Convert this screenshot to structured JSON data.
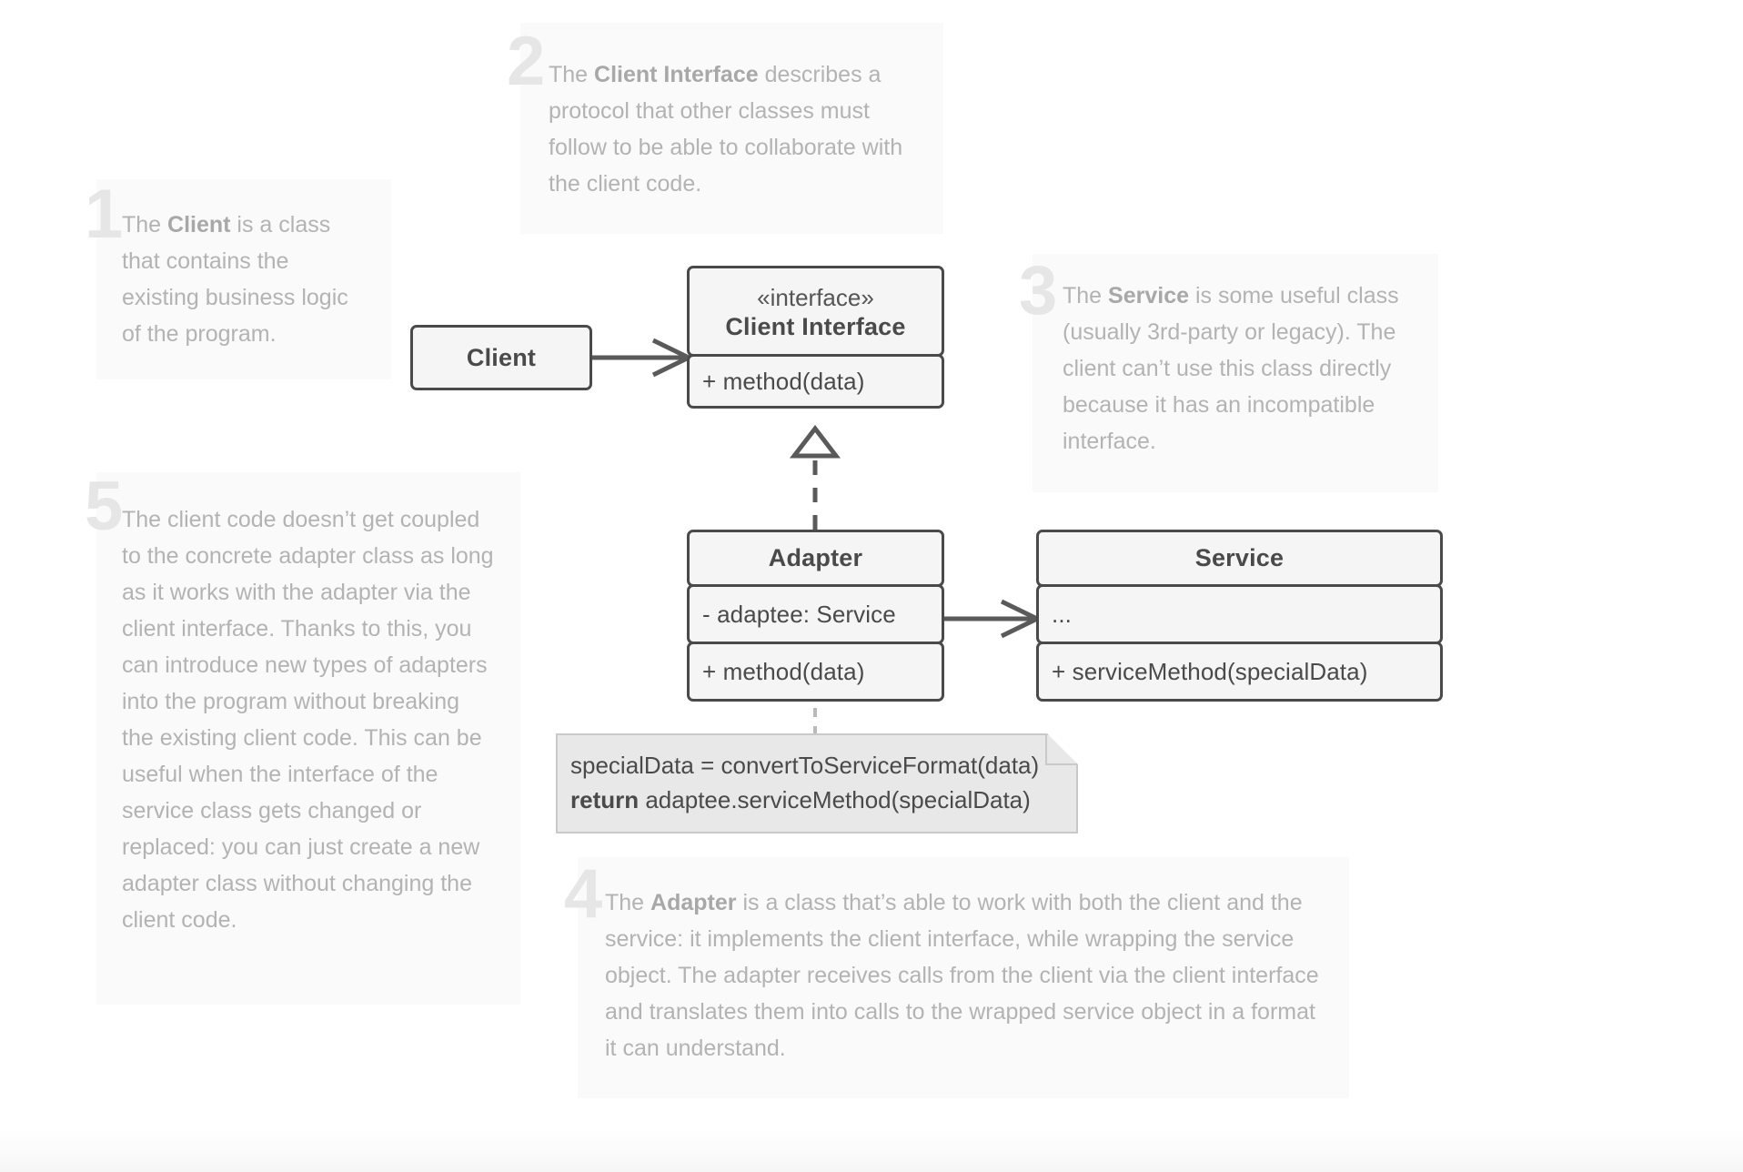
{
  "diagram": {
    "title": "Adapter design pattern structure (UML class diagram)",
    "colors": {
      "background": "#ffffff",
      "box_fill": "#f5f5f5",
      "box_stroke": "#4a4a4a",
      "note_block_bg": "#fafafa",
      "note_text": "#b3b3b3",
      "note_number": "#e6e6e6",
      "callout_fill": "#e8e8e8",
      "callout_stroke": "#c9c9c9",
      "edge_stroke": "#5a5a5a"
    },
    "classes": [
      {
        "id": "client",
        "name": "Client",
        "stereotype": "",
        "compartments": []
      },
      {
        "id": "client-interface",
        "name": "Client Interface",
        "stereotype": "«interface»",
        "compartments": [
          {
            "members": [
              "+ method(data)"
            ]
          }
        ]
      },
      {
        "id": "adapter",
        "name": "Adapter",
        "stereotype": "",
        "compartments": [
          {
            "members": [
              "- adaptee: Service"
            ]
          },
          {
            "members": [
              "+ method(data)"
            ]
          }
        ]
      },
      {
        "id": "service",
        "name": "Service",
        "stereotype": "",
        "compartments": [
          {
            "members": [
              "..."
            ]
          },
          {
            "members": [
              "+ serviceMethod(specialData)"
            ]
          }
        ]
      }
    ],
    "relations": [
      {
        "from": "client",
        "to": "client-interface",
        "type": "association",
        "style": "solid",
        "arrowhead": "open"
      },
      {
        "from": "adapter",
        "to": "client-interface",
        "type": "realization",
        "style": "dashed",
        "arrowhead": "hollow-triangle"
      },
      {
        "from": "adapter",
        "to": "service",
        "type": "association",
        "style": "solid",
        "arrowhead": "open"
      }
    ],
    "code_note": {
      "line1": "specialData = convertToServiceFormat(data)",
      "line2_keyword": "return",
      "line2_rest": " adaptee.serviceMethod(specialData)"
    },
    "annotations": [
      {
        "number": "1",
        "lead": "The ",
        "bold": "Client",
        "rest": " is a class that contains the existing business logic of the program."
      },
      {
        "number": "2",
        "lead": "The ",
        "bold": "Client Interface",
        "rest": " describes a protocol that other classes must follow to be able to collaborate with the client code."
      },
      {
        "number": "3",
        "lead": "The ",
        "bold": "Service",
        "rest": " is some useful class (usually 3rd-party or legacy). The client can’t use this class directly because it has an incompatible interface."
      },
      {
        "number": "4",
        "lead": "The ",
        "bold": "Adapter",
        "rest": " is a class that’s able to work with both the client and the service: it implements the client interface, while wrapping the service object. The adapter receives calls from the client via the client interface and translates them into calls to the wrapped service object in a format it can understand."
      },
      {
        "number": "5",
        "lead": "",
        "bold": "",
        "rest": "The client code doesn’t get coupled to the concrete adapter class as long as it works with the adapter via the client interface. Thanks to this, you can introduce new types of adapters into the program without breaking the existing client code. This can be useful when the interface of the service class gets changed or replaced: you can just create a new adapter class without changing the client code."
      }
    ]
  }
}
